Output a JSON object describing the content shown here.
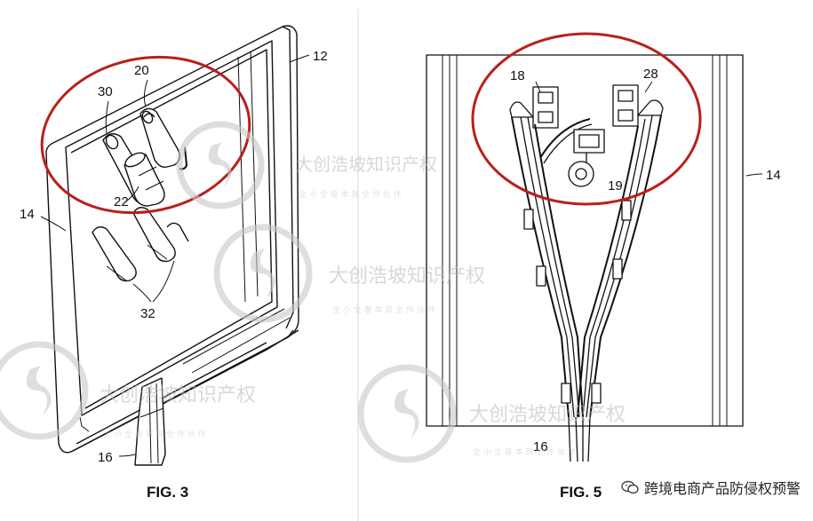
{
  "fig3": {
    "title": "FIG. 3",
    "labels": {
      "l12": "12",
      "l20": "20",
      "l30": "30",
      "l22": "22",
      "l14": "14",
      "l32": "32",
      "l16": "16"
    }
  },
  "fig4": {
    "title": "FIG. 5",
    "labels": {
      "l18": "18",
      "l28": "28",
      "l19": "19",
      "l14": "14",
      "l16": "16"
    }
  },
  "watermark": {
    "text": "大创浩坡知识产权",
    "subtext": "全 小 全 春 本 就 全 作 伙 伴"
  },
  "credit": {
    "text": "跨境电商产品防侵权预警"
  },
  "colors": {
    "highlight": "#b8201c",
    "line": "#111111",
    "watermark": "#b9b9b9"
  }
}
